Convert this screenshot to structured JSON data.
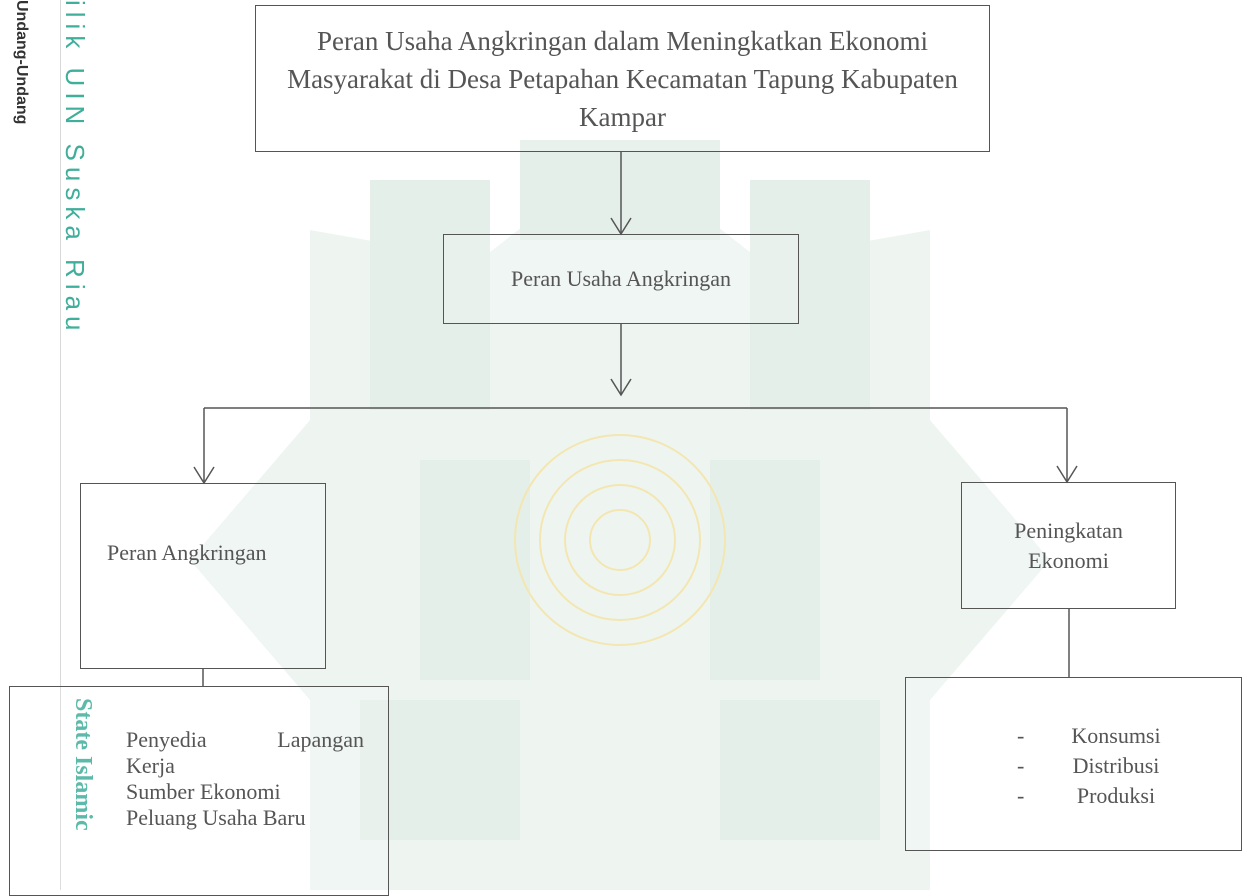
{
  "watermark": {
    "law_text": "Undang-Undang",
    "owner_text": "ilik UIN Suska Riau",
    "state_text": "State Islamic",
    "colors": {
      "green": "#3fae9a",
      "gold": "#e8c23a"
    }
  },
  "diagram": {
    "top_box": {
      "text": "Peran Usaha Angkringan dalam Meningkatkan Ekonomi Masyarakat di Desa Petapahan Kecamatan Tapung Kabupaten Kampar"
    },
    "mid_box": {
      "text": "Peran Usaha Angkringan"
    },
    "left_box": {
      "text": "Peran Angkringan"
    },
    "right_box": {
      "text": "Peningkatan Ekonomi"
    },
    "left_list": {
      "items": [
        "Penyedia Lapangan",
        "Kerja",
        "Sumber Ekonomi",
        "Peluang Usaha Baru"
      ]
    },
    "right_list": {
      "bullet": "-",
      "items": [
        "Konsumsi",
        "Distribusi",
        "Produksi"
      ]
    },
    "line_color": "#555555"
  }
}
